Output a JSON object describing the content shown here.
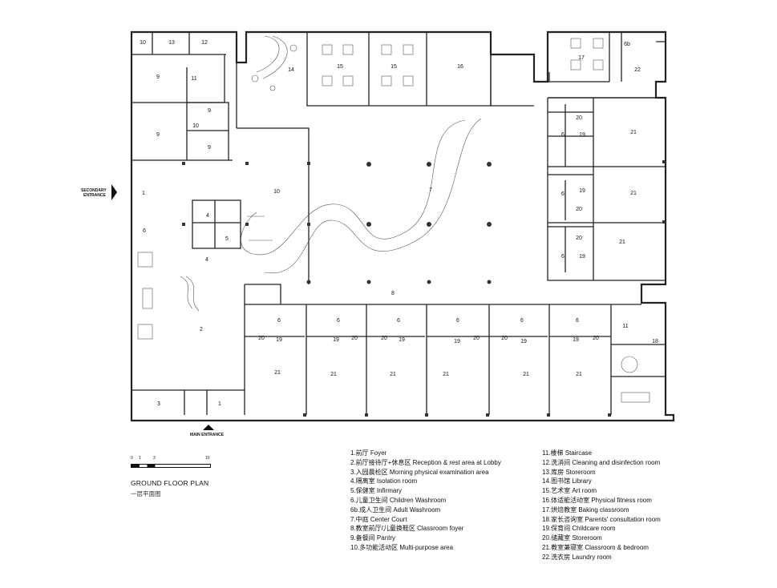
{
  "plan": {
    "room_labels": {
      "r10a": "10",
      "r13": "13",
      "r12a": "12",
      "r9a": "9",
      "r11a": "11",
      "r9b": "9",
      "r10b": "10",
      "r9c": "9",
      "r9d": "9",
      "r14": "14",
      "r15a": "15",
      "r15b": "15",
      "r16": "16",
      "r17": "17",
      "r6b": "6b",
      "r22": "22",
      "r1a": "1",
      "r6a": "6",
      "r4a": "4",
      "r4b": "4",
      "r5": "5",
      "r10c": "10",
      "r7": "7",
      "r8": "8",
      "r2": "2",
      "r3": "3",
      "r1b": "1",
      "e6a": "6",
      "e20a": "20",
      "e19a": "19",
      "e21a": "21",
      "e6b": "6",
      "e19b": "19",
      "e20b": "20",
      "e21b": "21",
      "e6c": "6",
      "e20c": "20",
      "e21c": "21",
      "e6d": "6",
      "e19c": "19",
      "s6a": "6",
      "s20a": "20",
      "s19a": "19",
      "s21a": "21",
      "s6b": "6",
      "s6c": "6",
      "s19b": "19",
      "s20b": "20",
      "s20c": "20",
      "s19c": "19",
      "s21b": "21",
      "s21c": "21",
      "s6d": "6",
      "s6e": "6",
      "s19d": "19",
      "s20d": "20",
      "s20e": "20",
      "s19e": "19",
      "s21d": "21",
      "s21e": "21",
      "s6f": "6",
      "s19f": "19",
      "s20f": "20",
      "s21f": "21",
      "r11b": "11",
      "r18": "18"
    },
    "secondary_entrance": [
      "SECONDARY",
      "ENTRANCE"
    ],
    "main_entrance": "MAIN ENTRANCE"
  },
  "scale": {
    "ticks": [
      "0",
      "1",
      "3",
      "10"
    ]
  },
  "title": {
    "en": "GROUND FLOOR PLAN",
    "zh": "一层平面图"
  },
  "legend_left": [
    "1.前厅  Foyer",
    "2.前厅接待厅+休息区  Reception & rest area at Lobby",
    "3.入园晨检区  Morning physical examination area",
    "4.隔离室  Isolation room",
    "5.保健室  Infirmary",
    "6.儿童卫生间    Children Washroom",
    "6b.成人卫生间    Adult Washroom",
    "7.中庭  Center Court",
    "8.教室前厅/儿童换鞋区  Classroom foyer",
    "9.备餐间  Pantry",
    "10.多功能活动区  Multi-purpose area"
  ],
  "legend_right": [
    "11.楼梯  Staircase",
    "12.洗消间  Cleaning and disinfection room",
    "13.库房  Storeroom",
    "14.图书馆  Library",
    "15.艺术室  Art room",
    "16.体适能活动室  Physical fitness room",
    "17.烘焙教室  Baking classroom",
    "18.家长咨询室  Parents' consultation room",
    "19.保育间  Childcare room",
    "20.储藏室  Storeroom",
    "21.教室兼寝室  Classroom & bedroom",
    "22.洗衣房 Laundry room"
  ]
}
